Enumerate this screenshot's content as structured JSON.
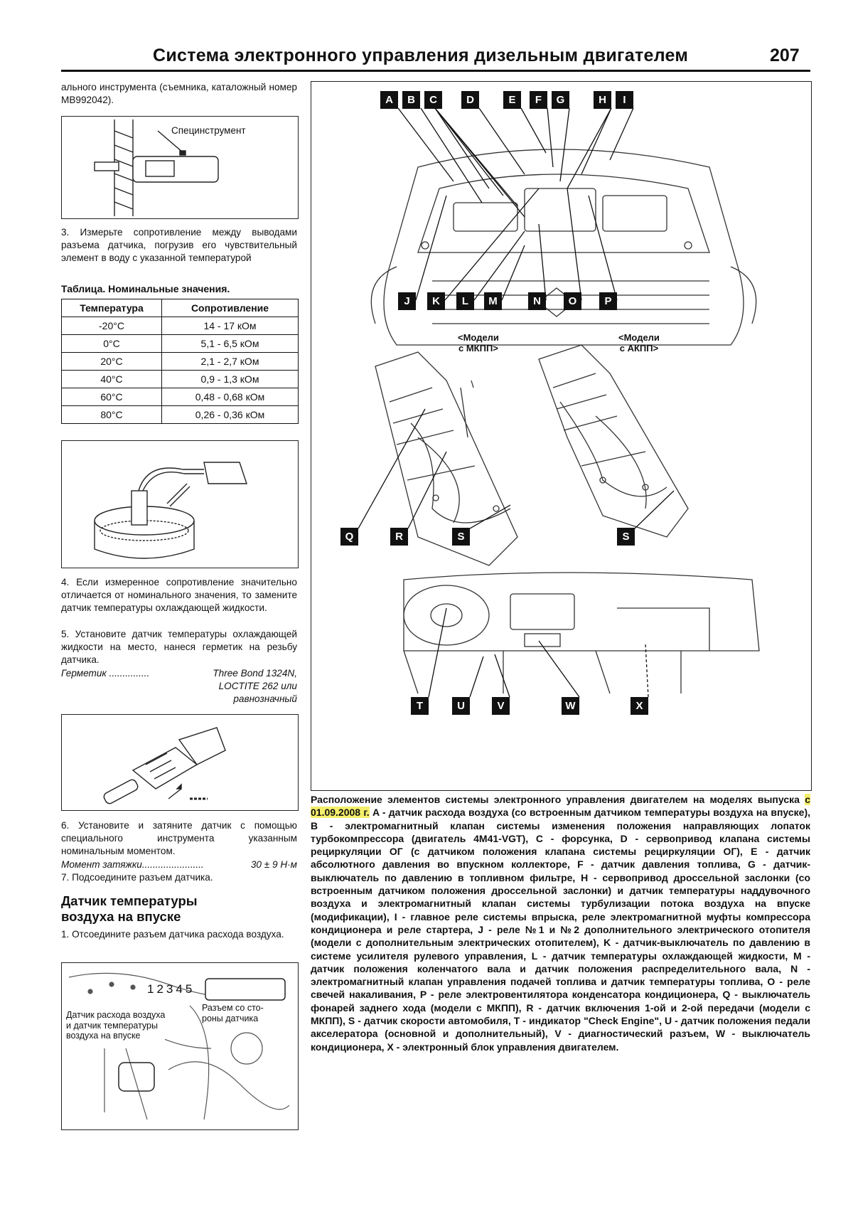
{
  "header": {
    "title": "Система электронного управления дизельным двигателем",
    "page_number": "207"
  },
  "left": {
    "para_top": "ального инструмента (съемника, каталожный номер MB992042).",
    "fig1_label": "Специнструмент",
    "step3": "3. Измерьте сопротивление между выводами разъема датчика, погрузив его чувствительный элемент в воду с указанной температурой",
    "table_title": "Таблица. Номинальные значения.",
    "table": {
      "headers": [
        "Температура",
        "Сопротивление"
      ],
      "rows": [
        [
          "-20°C",
          "14 - 17 кОм"
        ],
        [
          "0°C",
          "5,1 - 6,5 кОм"
        ],
        [
          "20°C",
          "2,1 - 2,7 кОм"
        ],
        [
          "40°C",
          "0,9 - 1,3 кОм"
        ],
        [
          "60°C",
          "0,48 - 0,68 кОм"
        ],
        [
          "80°C",
          "0,26 - 0,36 кОм"
        ]
      ]
    },
    "step4": "4. Если измеренное сопротивление значительно отличается от номинального значения, то замените датчик температуры охлаждающей жидкости.",
    "step5": "5. Установите датчик температуры охлаждающей жидкости на место, нанеся герметик на резьбу датчика.",
    "sealant_label": "Герметик ...............",
    "sealant_value_1": "Three Bond 1324N,",
    "sealant_value_2": "LOCTITE 262 или",
    "sealant_value_3": "равнозначный",
    "step6": "6. Установите и затяните датчик с помощью специального инструмента указанным номинальным моментом.",
    "torque_label": "Момент затяжки.......................",
    "torque_value": "30 ± 9 Н·м",
    "step7": "7. Подсоедините разъем датчика.",
    "section_heading_1": "Датчик температуры",
    "section_heading_2": "воздуха на впуске",
    "step1": "1. Отсоедините разъем датчика расхода воздуха.",
    "fig_bottom_label_1": "Датчик расхода воздуха",
    "fig_bottom_label_2": "и датчик температуры",
    "fig_bottom_label_3": "воздуха на впуске",
    "fig_bottom_pins": "12345",
    "fig_bottom_label_4": "Разъем со сто-",
    "fig_bottom_label_5": "роны датчика"
  },
  "right": {
    "top_labels": [
      "A",
      "B",
      "C",
      "D",
      "E",
      "F",
      "G",
      "H",
      "I"
    ],
    "mid_labels": [
      "J",
      "K",
      "L",
      "M",
      "N",
      "O",
      "P"
    ],
    "trans_labels": [
      "Q",
      "R",
      "S",
      "S"
    ],
    "dash_labels": [
      "T",
      "U",
      "V",
      "W",
      "X"
    ],
    "mkpp_1": "<Модели",
    "mkpp_2": "с МКПП>",
    "akpp_1": "<Модели",
    "akpp_2": "с АКПП>",
    "caption_pre": "Расположение элементов системы электронного управления двигателем на моделях выпуска ",
    "caption_hl": "с 01.09.2008 г.",
    "caption_post": " A - датчик расхода воздуха (со встроенным датчиком температуры воздуха на впуске), B - электромагнитный клапан системы изменения положения направляющих лопаток турбокомпрессора (двигатель 4M41-VGT), C - форсунка, D - сервопривод клапана системы рециркуляции ОГ (с датчиком положения клапана системы рециркуляции ОГ), E - датчик абсолютного давления во впускном коллекторе, F - датчик давления топлива, G - датчик-выключатель по давлению в топливном фильтре, H - сервопривод дроссельной заслонки (со встроенным датчиком положения дроссельной заслонки) и датчик температуры наддувочного воздуха и электромагнитный клапан системы турбулизации потока воздуха на впуске (модификации), I - главное реле системы впрыска, реле электромагнитной муфты компрессора кондиционера и реле стартера, J - реле №1 и №2 дополнительного электрического отопителя (модели с дополнительным электрических отопителем), K - датчик-выключатель по давлению в системе усилителя рулевого управления, L - датчик температуры охлаждающей жидкости, M - датчик положения коленчатого вала и датчик положения распределительного вала, N - электромагнитный клапан управления подачей топлива и датчик температуры топлива, O - реле свечей накаливания, P - реле электровентилятора конденсатора кондиционера, Q - выключатель фонарей заднего хода (модели с МКПП), R - датчик включения 1-ой и 2-ой передачи (модели с МКПП), S - датчик скорости автомобиля, T - индикатор \"Check Engine\", U - датчик положения педали акселератора (основной и дополнительный), V - диагностический разъем, W - выключатель кондиционера, X - электронный блок управления двигателем."
  }
}
